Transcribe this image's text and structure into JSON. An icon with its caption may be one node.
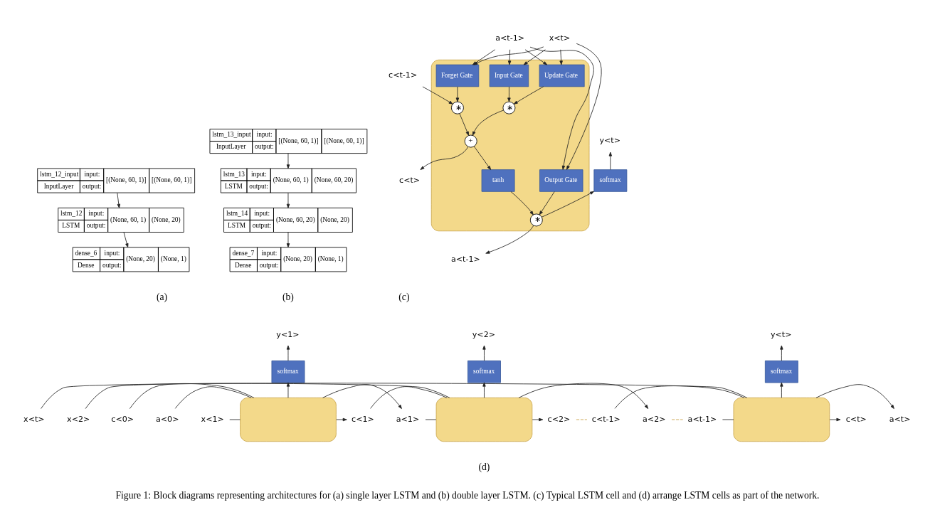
{
  "diagram": {
    "caption": "Figure 1: Block diagrams representing architectures for (a) single layer LSTM and (b) double layer LSTM. (c) Typical LSTM cell and (d) arrange LSTM cells as part of the network.",
    "nodes": [
      {
        "text": [
          "lstm_12_input",
          "input:",
          "[(None, 60, 1)]",
          "[(None, 60, 1)]",
          "InputLayer",
          "output:"
        ]
      },
      {
        "text": [
          "lstm_12",
          "input:",
          "(None, 60, 1)",
          "(None, 20)",
          "LSTM",
          "output:"
        ]
      },
      {
        "text": [
          "dense_6",
          "input:",
          "(None, 20)",
          "(None, 1)",
          "Dense",
          "output:"
        ]
      },
      {
        "text": [
          "lstm_13_input",
          "input:",
          "[(None, 60, 1)]",
          "[(None, 60, 1)]",
          "InputLayer",
          "output:"
        ]
      },
      {
        "text": [
          "lstm_13",
          "input:",
          "(None, 60, 1)",
          "(None, 60, 20)",
          "LSTM",
          "output:"
        ]
      },
      {
        "text": [
          "lstm_14",
          "input:",
          "(None, 60, 20)",
          "(None, 20)",
          "LSTM",
          "output:"
        ]
      },
      {
        "text": [
          "dense_7",
          "input:",
          "(None, 20)",
          "(None, 1)",
          "Dense",
          "output:"
        ]
      },
      {
        "text": [
          "y<t>"
        ]
      },
      {
        "text": [
          "softmax"
        ]
      },
      {
        "text": [],
        "shape": "box"
      },
      {
        "text": [
          "x<t>"
        ]
      },
      {
        "text": [
          "Output Gate"
        ],
        "in": 9
      },
      {
        "text": [
          "Update Gate"
        ],
        "in": 9
      },
      {
        "text": [
          "Input Gate"
        ],
        "in": 9
      },
      {
        "text": [
          "Forget Gate"
        ],
        "in": 9
      },
      {
        "text": [
          "∗"
        ],
        "in": 9
      },
      {
        "text": [
          "∗"
        ],
        "in": 9
      },
      {
        "text": [
          "+"
        ],
        "in": 9
      },
      {
        "text": [
          "∗"
        ],
        "in": 9
      },
      {
        "text": [
          "tanh"
        ],
        "in": 9
      },
      {
        "text": [
          "a<t-1>"
        ]
      },
      {
        "text": [
          "a<t-1>"
        ]
      },
      {
        "text": [
          "c<t-1>"
        ]
      },
      {
        "text": [
          "c<t>"
        ]
      },
      {
        "text": [
          "y<1>"
        ]
      },
      {
        "text": [
          "y<2>"
        ]
      },
      {
        "text": [
          "y<t>"
        ]
      },
      {
        "text": [
          "softmax"
        ]
      },
      {
        "text": [
          "softmax"
        ]
      },
      {
        "text": [
          "softmax"
        ]
      },
      {
        "text": [],
        "shape": "box"
      },
      {
        "text": [],
        "shape": "box"
      },
      {
        "text": [],
        "shape": "box"
      },
      {
        "text": [
          "x<1>"
        ]
      },
      {
        "text": [
          "a<0>"
        ]
      },
      {
        "text": [
          "c<0>"
        ]
      },
      {
        "text": [
          "x<2>"
        ]
      },
      {
        "text": [
          "a<1>"
        ]
      },
      {
        "text": [
          "c<1>"
        ]
      },
      {
        "text": [
          "a<2>"
        ]
      },
      {
        "text": [
          "c<2>"
        ]
      },
      {
        "text": [
          "x<t>"
        ]
      },
      {
        "text": [
          "a<t-1>"
        ]
      },
      {
        "text": [
          "c<t-1>"
        ]
      },
      {
        "text": [
          "a<t>"
        ]
      },
      {
        "text": [
          "c<t>"
        ]
      }
    ],
    "edges": [
      {
        "from": 0,
        "to": 1,
        "arrow": "to"
      },
      {
        "from": 1,
        "to": 2,
        "arrow": "to"
      },
      {
        "from": 3,
        "to": 4,
        "arrow": "to"
      },
      {
        "from": 4,
        "to": 5,
        "arrow": "to"
      },
      {
        "from": 5,
        "to": 6,
        "arrow": "to"
      },
      {
        "from": 10,
        "to": 11,
        "arrow": "to"
      },
      {
        "from": 10,
        "to": 12,
        "arrow": "to"
      },
      {
        "from": 10,
        "to": 13,
        "arrow": "to"
      },
      {
        "from": 10,
        "to": 14,
        "arrow": "to"
      },
      {
        "from": 20,
        "to": 11,
        "arrow": "to"
      },
      {
        "from": 20,
        "to": 12,
        "arrow": "to"
      },
      {
        "from": 20,
        "to": 13,
        "arrow": "to"
      },
      {
        "from": 20,
        "to": 14,
        "arrow": "to"
      },
      {
        "from": 11,
        "to": 15,
        "arrow": "to"
      },
      {
        "from": 12,
        "to": 16,
        "arrow": "to"
      },
      {
        "from": 13,
        "to": 16,
        "arrow": "to"
      },
      {
        "from": 16,
        "to": 17,
        "arrow": "to"
      },
      {
        "from": 14,
        "to": 18,
        "arrow": "to"
      },
      {
        "from": 22,
        "to": 18,
        "arrow": "to"
      },
      {
        "from": 18,
        "to": 17,
        "arrow": "to"
      },
      {
        "from": 17,
        "to": 19,
        "arrow": "to"
      },
      {
        "from": 17,
        "to": 23,
        "arrow": "to"
      },
      {
        "from": 19,
        "to": 15,
        "arrow": "to"
      },
      {
        "from": 15,
        "to": 8,
        "arrow": "to"
      },
      {
        "from": 15,
        "to": 21,
        "arrow": "to"
      },
      {
        "from": 8,
        "to": 7,
        "arrow": "to"
      },
      {
        "from": 33,
        "to": 30,
        "arrow": "none"
      },
      {
        "from": 34,
        "to": 30,
        "arrow": "none"
      },
      {
        "from": 35,
        "to": 30,
        "arrow": "none"
      },
      {
        "from": 30,
        "to": 27,
        "arrow": "to"
      },
      {
        "from": 27,
        "to": 24,
        "arrow": "to"
      },
      {
        "from": 30,
        "to": 37,
        "arrow": "to"
      },
      {
        "from": 30,
        "to": 38,
        "arrow": "to"
      },
      {
        "from": 36,
        "to": 31,
        "arrow": "none"
      },
      {
        "from": 37,
        "to": 31,
        "arrow": "none"
      },
      {
        "from": 38,
        "to": 31,
        "arrow": "none"
      },
      {
        "from": 31,
        "to": 28,
        "arrow": "to"
      },
      {
        "from": 28,
        "to": 25,
        "arrow": "to"
      },
      {
        "from": 31,
        "to": 39,
        "arrow": "to"
      },
      {
        "from": 31,
        "to": 40,
        "arrow": "to"
      },
      {
        "from": 39,
        "to": 42,
        "arrow": "none",
        "style": "dashed",
        "color": "#c49a3c"
      },
      {
        "from": 40,
        "to": 43,
        "arrow": "none",
        "style": "dashed",
        "color": "#c49a3c"
      },
      {
        "from": 41,
        "to": 32,
        "arrow": "none"
      },
      {
        "from": 42,
        "to": 32,
        "arrow": "none"
      },
      {
        "from": 43,
        "to": 32,
        "arrow": "none"
      },
      {
        "from": 32,
        "to": 29,
        "arrow": "to"
      },
      {
        "from": 29,
        "to": 26,
        "arrow": "to"
      },
      {
        "from": 32,
        "to": 44,
        "arrow": "to"
      },
      {
        "from": 32,
        "to": 45,
        "arrow": "to"
      }
    ],
    "labels": [
      "(a)",
      "(b)",
      "(c)",
      "(d)"
    ]
  }
}
